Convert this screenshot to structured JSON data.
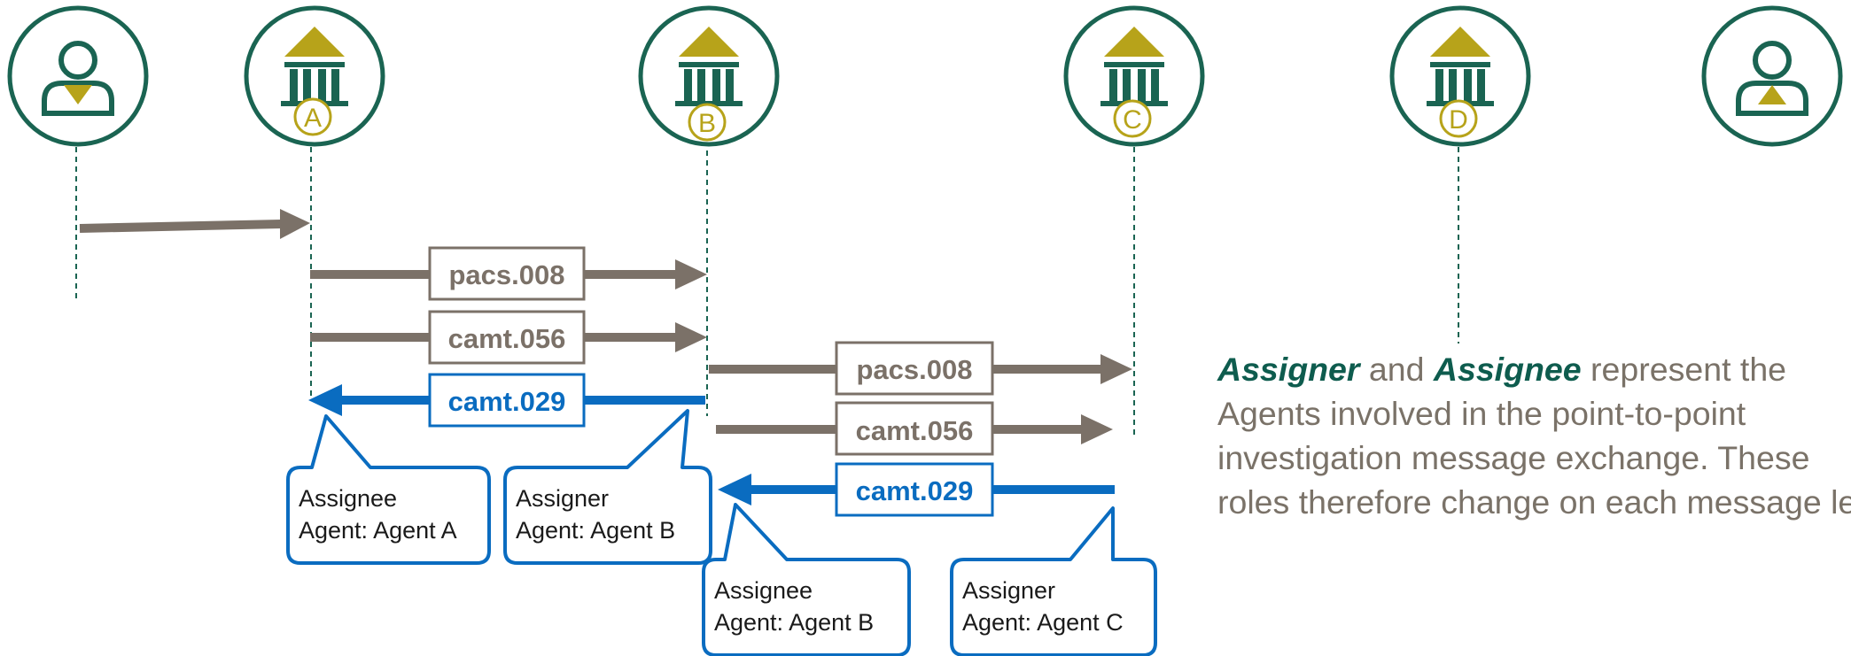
{
  "colors": {
    "green": "#1a6452",
    "gold": "#b7a31a",
    "grey": "#7b7168",
    "blue": "#0a6cc0",
    "text_grey": "#7a7268",
    "keyword": "#0e5c4e"
  },
  "participants": [
    {
      "id": "debtor",
      "icon": "person-down-icon"
    },
    {
      "id": "agent-a",
      "icon": "bank-icon",
      "letter": "A"
    },
    {
      "id": "agent-b",
      "icon": "bank-icon",
      "letter": "B"
    },
    {
      "id": "agent-c",
      "icon": "bank-icon",
      "letter": "C"
    },
    {
      "id": "agent-d",
      "icon": "bank-icon",
      "letter": "D"
    },
    {
      "id": "creditor",
      "icon": "person-up-icon"
    }
  ],
  "messages": {
    "pacs008_ab": "pacs.008",
    "camt056_ab": "camt.056",
    "camt029_ba": "camt.029",
    "pacs008_bc": "pacs.008",
    "camt056_bc": "camt.056",
    "camt029_cb": "camt.029"
  },
  "callouts": {
    "assignee_a": {
      "line1": "Assignee",
      "line2": "Agent: Agent A"
    },
    "assigner_b": {
      "line1": "Assigner",
      "line2": "Agent: Agent B"
    },
    "assignee_b": {
      "line1": "Assignee",
      "line2": "Agent: Agent B"
    },
    "assigner_c": {
      "line1": "Assigner",
      "line2": "Agent: Agent C"
    }
  },
  "note": {
    "kw1": "Assigner",
    "t1": " and ",
    "kw2": "Assignee",
    "t2": " represent the Agents involved  in the point-to-point investigation  message exchange.  These roles therefore change  on each message leg."
  }
}
